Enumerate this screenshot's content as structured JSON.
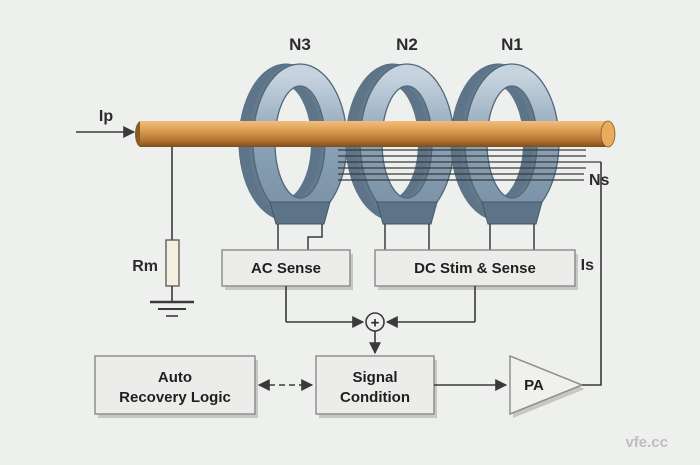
{
  "diagram": {
    "coil_labels": {
      "n3": "N3",
      "n2": "N2",
      "n1": "N1"
    },
    "signal_labels": {
      "ip": "Ip",
      "ns": "Ns",
      "is": "Is",
      "rm": "Rm"
    },
    "blocks": {
      "ac_sense": "AC Sense",
      "dc_stim_sense": "DC Stim & Sense",
      "auto_recovery": {
        "line1": "Auto",
        "line2": "Recovery Logic"
      },
      "signal_condition": {
        "line1": "Signal",
        "line2": "Condition"
      },
      "pa": "PA",
      "sum_symbol": "+"
    },
    "colors": {
      "background": "#eef0ee",
      "ring_front": "#8ba2b6",
      "ring_side": "#5e7589",
      "rod_copper": "#d1924d",
      "wire": "#3a3a3a",
      "box_fill": "#ececea",
      "box_border": "#8f8f8f"
    }
  },
  "watermark": "vfe.cc"
}
